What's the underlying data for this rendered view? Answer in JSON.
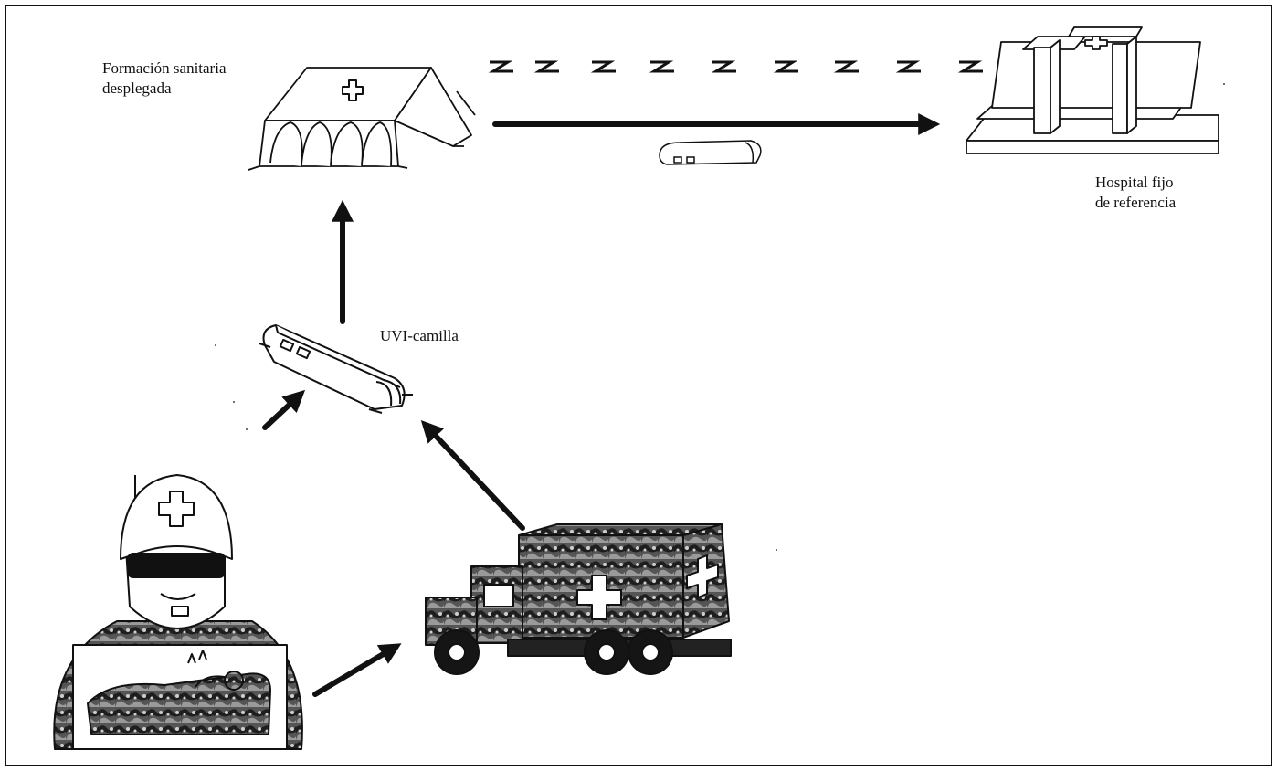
{
  "labels": {
    "formacion": "Formación sanitaria\ndesplegada",
    "uvi": "UVI-camilla",
    "hospital": "Hospital fijo\nde referencia"
  },
  "icons": {
    "tent": "field-hospital-tent-icon",
    "hospital": "fixed-hospital-building-icon",
    "stretcher": "icu-stretcher-pod-icon",
    "truck": "military-ambulance-truck-icon",
    "medic": "medic-soldier-with-patient-icon",
    "radio": "radio-wave-zigzag-icon"
  },
  "colors": {
    "ink": "#111111",
    "camo_dark": "#2a2a2a",
    "camo_mid": "#777777",
    "paper": "#ffffff"
  }
}
